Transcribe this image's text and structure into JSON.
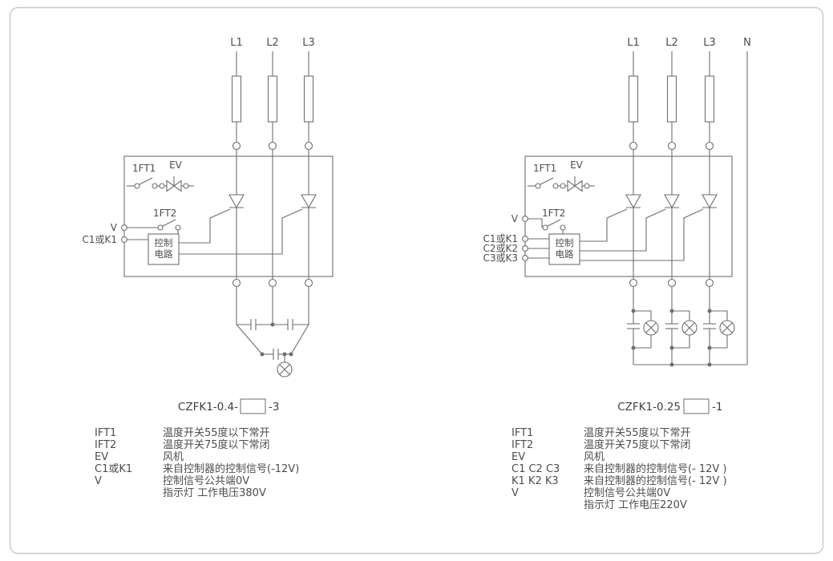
{
  "colors": {
    "line": "#6e6e6e",
    "text": "#4d4d4d",
    "border": "#c9c9c9",
    "bg": "#ffffff"
  },
  "left": {
    "phases": [
      "L1",
      "L2",
      "L3"
    ],
    "labels": {
      "ft1": "1FT1",
      "ev": "EV",
      "ft2": "1FT2",
      "ctrl1": "控制",
      "ctrl2": "电路",
      "v": "V",
      "c1": "C1或K1"
    },
    "model": {
      "prefix": "CZFK1-0.4-",
      "suffix": "-3"
    },
    "legend": [
      {
        "term": "IFT1",
        "desc": "温度开关55度以下常开"
      },
      {
        "term": "IFT2",
        "desc": "温度开关75度以下常闭"
      },
      {
        "term": "EV",
        "desc": "风机"
      },
      {
        "term": "C1或K1",
        "desc": "来自控制器的控制信号(-12V)"
      },
      {
        "term": "V",
        "desc": "控制信号公共端0V"
      },
      {
        "term": "",
        "desc": "指示灯 工作电压380V"
      }
    ]
  },
  "right": {
    "phases": [
      "L1",
      "L2",
      "L3",
      "N"
    ],
    "labels": {
      "ft1": "1FT1",
      "ev": "EV",
      "ft2": "1FT2",
      "ctrl1": "控制",
      "ctrl2": "电路",
      "v": "V",
      "c1": "C1或K1",
      "c2": "C2或K2",
      "c3": "C3或K3"
    },
    "model": {
      "prefix": "CZFK1-0.25",
      "suffix": "-1"
    },
    "legend": [
      {
        "term": "IFT1",
        "desc": "温度开关55度以下常开"
      },
      {
        "term": "IFT2",
        "desc": "温度开关75度以下常闭"
      },
      {
        "term": "EV",
        "desc": "风机"
      },
      {
        "term": "C1 C2 C3",
        "desc": "来自控制器的控制信号(- 12V )"
      },
      {
        "term": "K1 K2 K3",
        "desc": "来自控制器的控制信号(- 12V )"
      },
      {
        "term": "V",
        "desc": "控制信号公共端0V"
      },
      {
        "term": "",
        "desc": "指示灯 工作电压220V"
      }
    ]
  }
}
